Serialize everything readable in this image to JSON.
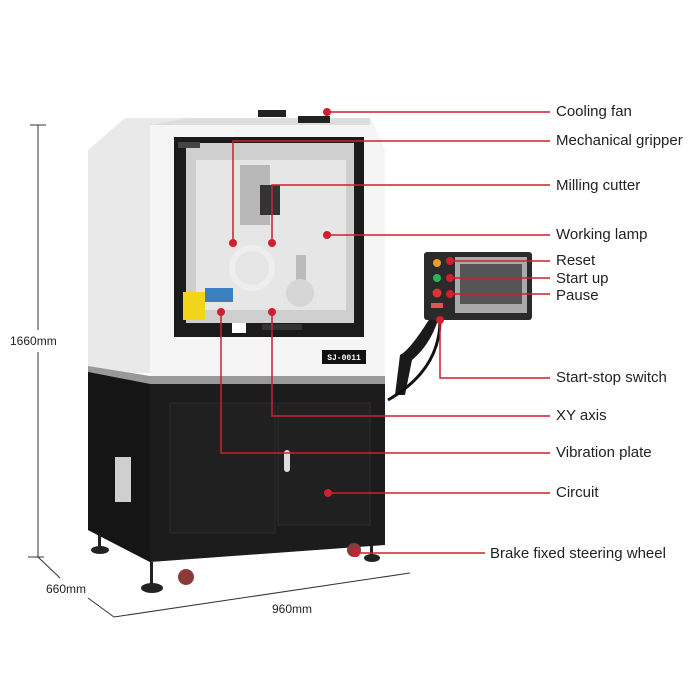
{
  "colors": {
    "callout": "#d11f2f",
    "body_white": "#f2f2f2",
    "body_black": "#1a1a1a"
  },
  "model_plate": "SJ-0011",
  "dimensions": {
    "height": "1660mm",
    "depth": "660mm",
    "width": "960mm"
  },
  "callouts": [
    {
      "id": "cooling-fan",
      "label": "Cooling fan"
    },
    {
      "id": "mechanical-gripper",
      "label": "Mechanical gripper"
    },
    {
      "id": "milling-cutter",
      "label": "Milling cutter"
    },
    {
      "id": "working-lamp",
      "label": "Working lamp"
    },
    {
      "id": "reset",
      "label": "Reset"
    },
    {
      "id": "start-up",
      "label": "Start up"
    },
    {
      "id": "pause",
      "label": "Pause"
    },
    {
      "id": "start-stop-switch",
      "label": "Start-stop switch"
    },
    {
      "id": "xy-axis",
      "label": "XY axis"
    },
    {
      "id": "vibration-plate",
      "label": "Vibration plate"
    },
    {
      "id": "circuit",
      "label": "Circuit"
    },
    {
      "id": "brake-wheel",
      "label": "Brake fixed steering wheel"
    }
  ]
}
